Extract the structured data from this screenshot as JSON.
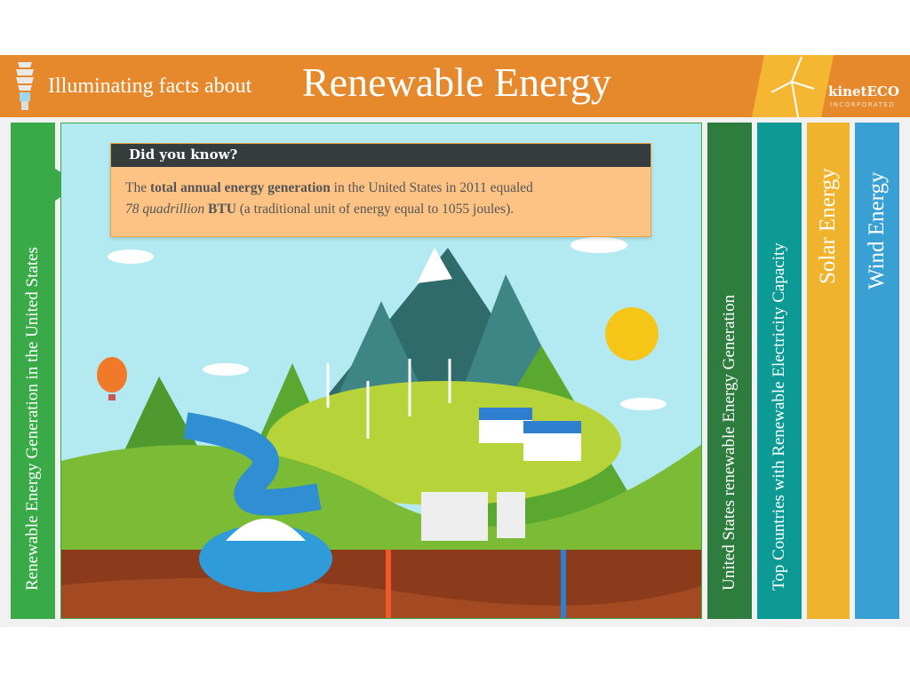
{
  "header": {
    "subtitle": "Illuminating facts about",
    "title": "Renewable Energy",
    "logo_name": "kinetECO",
    "logo_sub": "INCORPORATED"
  },
  "tabs": {
    "left": "Renewable Energy Generation in the United States",
    "right": [
      "United States renewable Energy Generation",
      "Top Countries with Renewable Electricity Capacity",
      "Solar Energy",
      "Wind Energy"
    ]
  },
  "tip": {
    "heading": "Did you know?",
    "t1": "The ",
    "b1": "total annual energy generation",
    "t2": " in the United States in 2011 equaled ",
    "i1": "78 quadrillion",
    "t3": " ",
    "b2": "BTU",
    "t4": " (a traditional unit of energy equal to 1055 joules)."
  },
  "colors": {
    "orange": "#E5892C",
    "green": "#3AAA49",
    "dark_green": "#2E7D3E",
    "teal": "#0E9A94",
    "yellow": "#F0B32D",
    "blue": "#39A0D3",
    "sky": "#B3EAF2"
  }
}
